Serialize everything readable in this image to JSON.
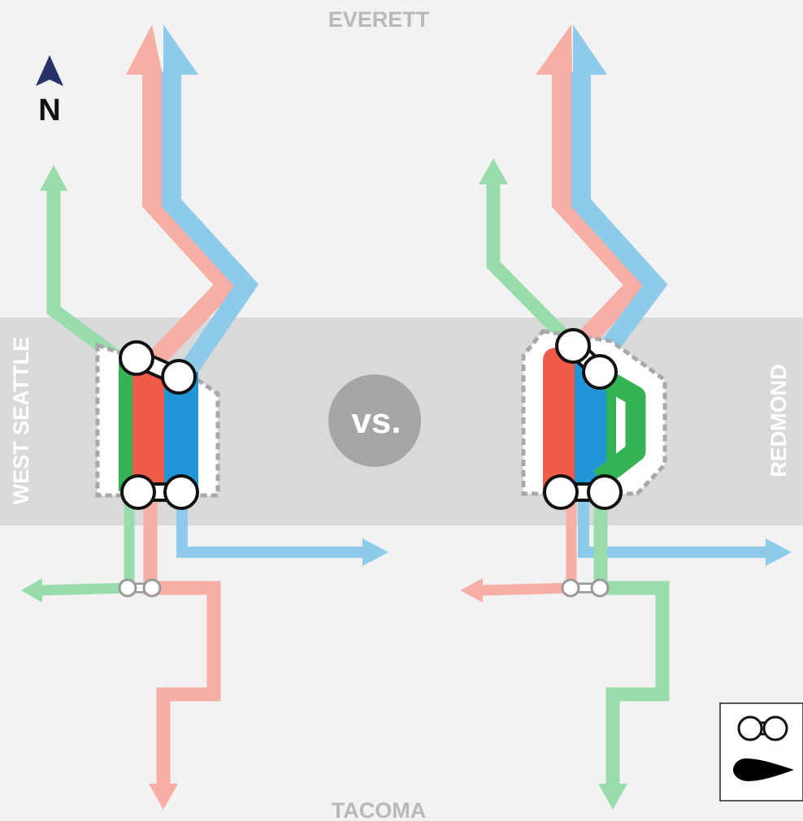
{
  "labels": {
    "north": "EVERETT",
    "south": "TACOMA",
    "west": "WEST SEATTLE",
    "east": "REDMOND",
    "compass": "N",
    "versus": "vs."
  },
  "colors": {
    "background": "#f2f2f2",
    "downtown_band": "#d9d9d9",
    "red_line": "#f05a48",
    "red_line_light": "#f7aea4",
    "blue_line": "#2096d6",
    "blue_line_light": "#8ecbea",
    "green_line": "#34b454",
    "green_line_light": "#98dcab",
    "versus_circle": "#a5a5a5",
    "compass_arrow": "#26336b",
    "label_gray": "#b8b8b8"
  },
  "legend": {
    "items": [
      {
        "icon": "transfer-connector-icon"
      },
      {
        "icon": "direction-teardrop-icon"
      }
    ]
  }
}
